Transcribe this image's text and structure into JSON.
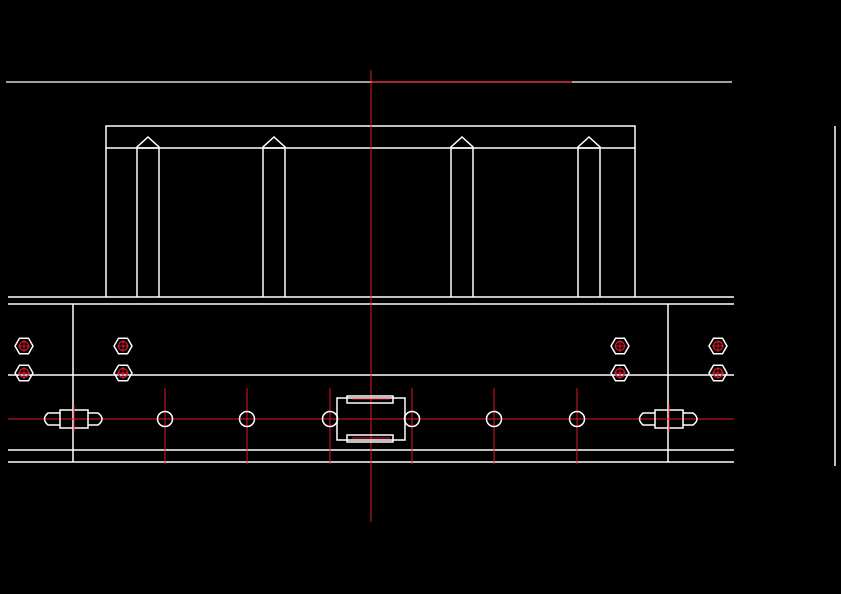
{
  "drawing": {
    "background": "#000000",
    "line_color": "#ffffff",
    "center_line_color": "#e0162b",
    "bolt_holes_upper": 4,
    "bolt_holes_lower": 4,
    "pin_holes": 6,
    "guide_posts": 4
  }
}
